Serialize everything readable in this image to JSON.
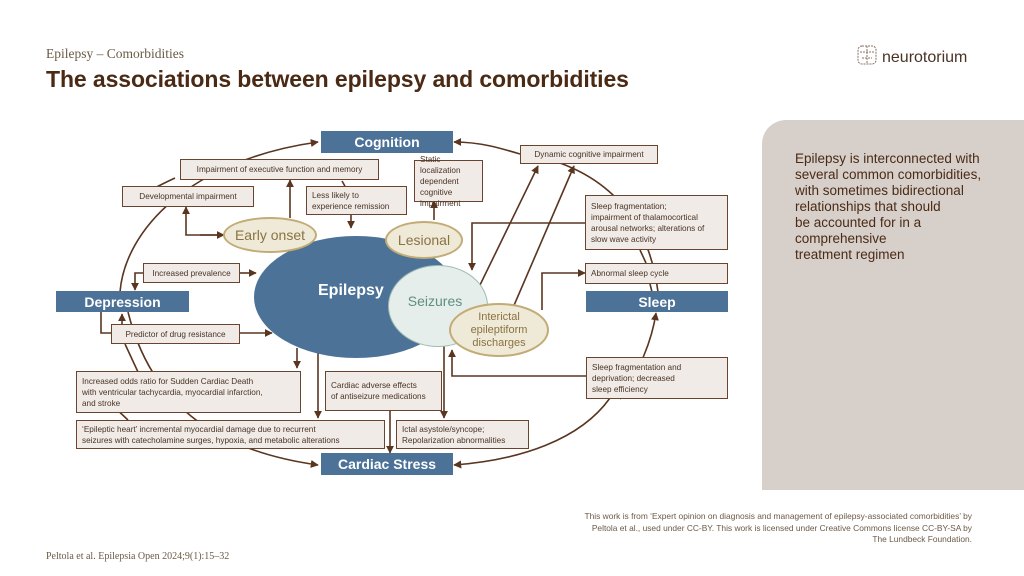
{
  "header": {
    "subtitle": "Epilepsy – Comorbidities",
    "title": "The associations between epilepsy and comorbidities"
  },
  "logo": {
    "icon": "brain-icon",
    "text": "neurotorium"
  },
  "diagram": {
    "hubs": {
      "cognition": "Cognition",
      "depression": "Depression",
      "sleep": "Sleep",
      "cardiac": "Cardiac Stress"
    },
    "center": {
      "epilepsy": "Epilepsy",
      "seizures": "Seizures",
      "early_onset": "Early onset",
      "lesional": "Lesional",
      "interictal": "Interictal\nepileptiform\ndischarges"
    },
    "boxes": {
      "exec_function": "Impairment of executive function and memory",
      "developmental": "Developmental impairment",
      "less_remission": "Less likely to\nexperience remission",
      "static_cognitive": "Static localization\ndependent cognitive\nimpairment",
      "dynamic_cognitive": "Dynamic cognitive impairment",
      "sleep_fragmentation": "Sleep fragmentation;\nimpairment of thalamocortical\narousal networks; alterations of\nslow wave activity",
      "increased_prevalence": "Increased prevalence",
      "abnormal_sleep": "Abnormal sleep cycle",
      "drug_resistance": "Predictor of drug resistance",
      "sleep_deprivation": "Sleep fragmentation and\ndeprivation; decreased\nsleep efficiency",
      "sudden_cardiac": "Increased odds ratio for Sudden Cardiac Death\nwith ventricular tachycardia, myocardial infarction,\nand stroke",
      "cardiac_adverse": "Cardiac adverse effects\nof antiseizure medications",
      "epileptic_heart": "‘Epileptic heart’ incremental myocardial damage due to recurrent\nseizures with catecholamine surges, hypoxia, and metabolic alterations",
      "ictal_asystole": "Ictal asystole/syncope;\nRepolarization abnormalities"
    }
  },
  "side_panel": {
    "text": "Epilepsy is interconnected with\nseveral common comorbidities,\nwith sometimes bidirectional\nrelationships that should\nbe accounted for in a\ncomprehensive\ntreatment regimen"
  },
  "footer": {
    "credit": "This work is from ‘Expert opinion on diagnosis and management of epilepsy-associated comorbidities’ by Peltola et al., used under CC-BY. This work is licensed under Creative Commons license CC-BY-SA by The Lundbeck Foundation.",
    "reference": "Peltola et al. Epilepsia Open 2024;9(1):15–32"
  },
  "colors": {
    "hub": "#4c7298",
    "title": "#4a2a14",
    "connector": "#5a3520",
    "panel": "#d7d0ca",
    "box_fill": "#f0ebe7",
    "oval_tan": "#efe9d8",
    "seizures_fill": "#e6eeec"
  }
}
